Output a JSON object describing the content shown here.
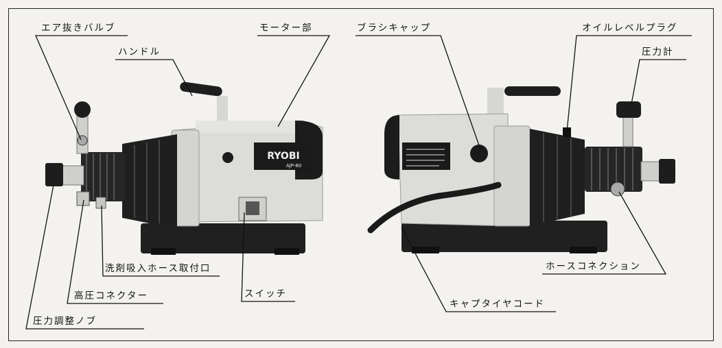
{
  "brand": {
    "logo": "RYOBI",
    "model": "AJP-80"
  },
  "labels": {
    "air_valve": "エア抜きバルブ",
    "handle": "ハンドル",
    "motor": "モーター部",
    "brush_cap": "ブラシキャップ",
    "oil_plug": "オイルレベルプラグ",
    "pressure_gauge": "圧力計",
    "detergent_port": "洗剤吸入ホース取付口",
    "hp_connector": "高圧コネクター",
    "pressure_knob": "圧力調整ノブ",
    "switch": "スイッチ",
    "hose_connection": "ホースコネクション",
    "cabtire_cord": "キャプタイヤコード"
  },
  "colors": {
    "ink": "#111111",
    "paper": "#f3f2ef",
    "body_light": "#dcdcd8",
    "body_dark": "#1e1e1e"
  }
}
